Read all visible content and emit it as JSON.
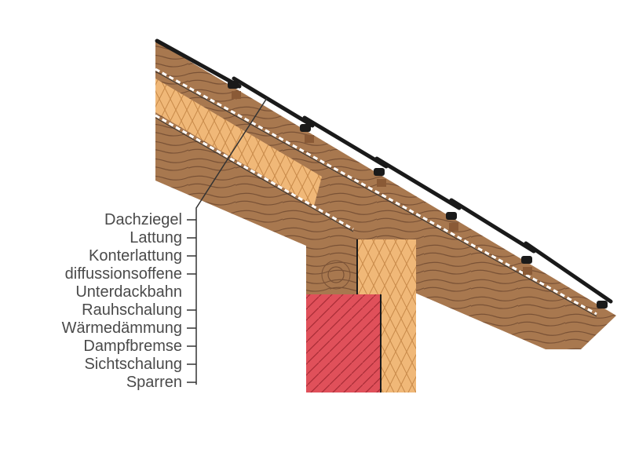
{
  "legend": {
    "items": [
      {
        "label": "Dachziegel"
      },
      {
        "label": "Lattung"
      },
      {
        "label": "Konterlattung"
      },
      {
        "label": "diffussionsoffene"
      },
      {
        "label": "Unterdackbahn"
      },
      {
        "label": "Rauhschalung"
      },
      {
        "label": "Wärmedämmung"
      },
      {
        "label": "Dampfbremse"
      },
      {
        "label": "Sichtschalung"
      },
      {
        "label": "Sparren"
      }
    ]
  },
  "colors": {
    "wood": "#a8784f",
    "wood_grain": "#7a5236",
    "insulation": "#f0b878",
    "insulation_lines": "#c88a4a",
    "brick": "#e0505a",
    "brick_lines": "#a82c36",
    "tile": "#1a1a1a",
    "membrane": "#ffffff",
    "leader": "#333333"
  }
}
